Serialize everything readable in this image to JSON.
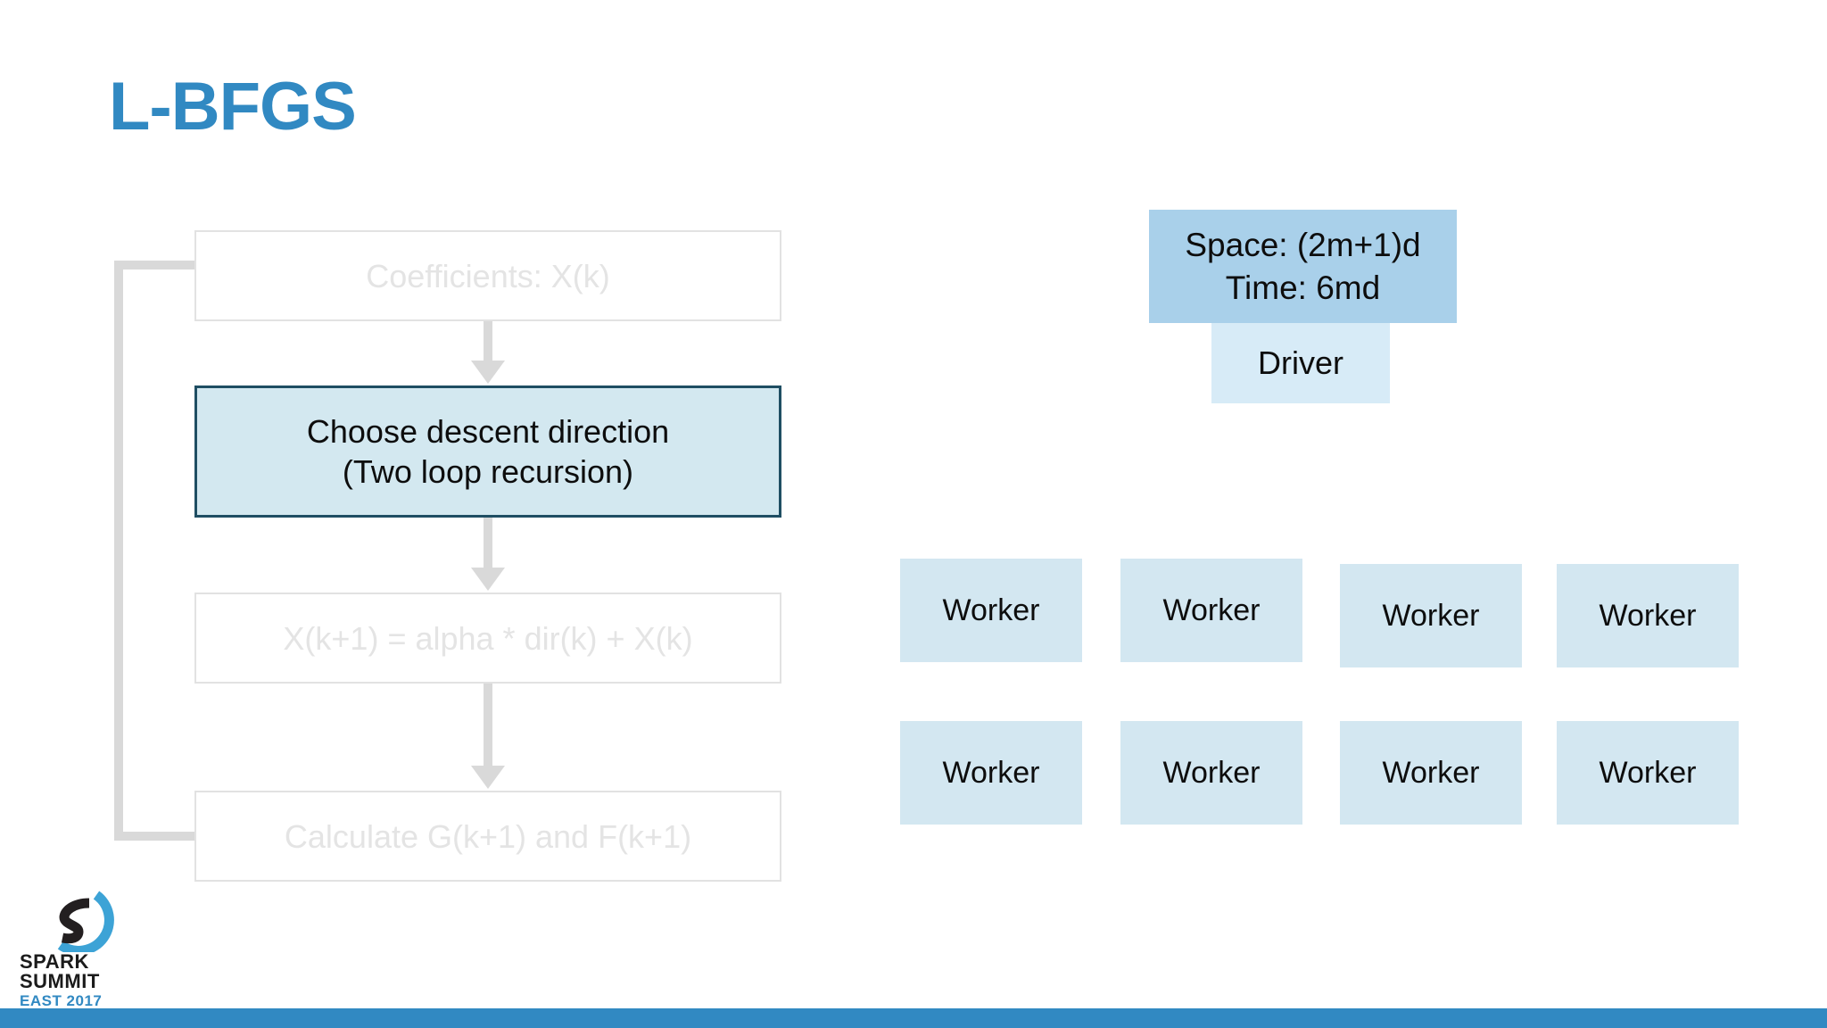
{
  "slide": {
    "title": "L-BFGS",
    "title_color": "#3189c2",
    "background": "#ffffff"
  },
  "flowchart": {
    "name": "lbfgs-iteration-flow",
    "boxes": [
      {
        "id": "coefficients",
        "label": "Coefficients: X(k)",
        "state": "faded"
      },
      {
        "id": "descent",
        "label": "Choose descent direction\n(Two loop recursion)",
        "state": "active"
      },
      {
        "id": "update",
        "label": "X(k+1) = alpha * dir(k) + X(k)",
        "state": "faded"
      },
      {
        "id": "gradient",
        "label": "Calculate G(k+1) and F(k+1)",
        "state": "faded"
      }
    ],
    "colors": {
      "active_fill": "#d3e8f0",
      "active_border": "#1f4e63",
      "faded_border": "#e2e2e2",
      "faded_text": "#e4e4e4",
      "arrow": "#d9d9d9"
    }
  },
  "cluster": {
    "driver": {
      "label": "Driver",
      "fill": "#d7ebf7"
    },
    "complexity": {
      "space_label": "Space:  (2m+1)d",
      "time_label": "Time: 6md",
      "combined": "Space:  (2m+1)d\nTime: 6md",
      "fill": "#a9d0ea"
    },
    "workers": [
      {
        "label": "Worker"
      },
      {
        "label": "Worker"
      },
      {
        "label": "Worker"
      },
      {
        "label": "Worker"
      },
      {
        "label": "Worker"
      },
      {
        "label": "Worker"
      },
      {
        "label": "Worker"
      },
      {
        "label": "Worker"
      }
    ],
    "worker_fill": "#d3e7f1"
  },
  "footer": {
    "bar_color": "#3189c2",
    "logo": {
      "line1": "SPARK",
      "line2": "SUMMIT",
      "line3": "EAST 2017",
      "mark_color_outer": "#3da3d6",
      "mark_color_inner": "#231f20"
    }
  }
}
